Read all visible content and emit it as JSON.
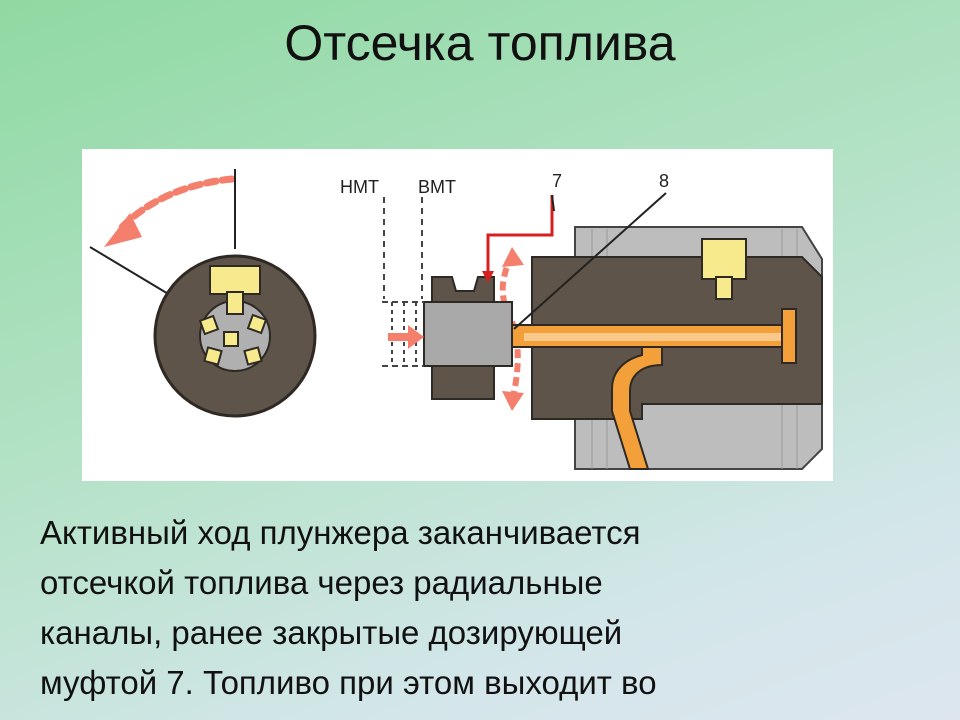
{
  "title": "Отсечка топлива",
  "diagram": {
    "label_nmt": "НМТ",
    "label_vmt": "ВМТ",
    "label_7": "7",
    "label_8": "8",
    "colors": {
      "body_dark": "#5e5449",
      "body_gray": "#bdbdbd",
      "plunger_gray": "#a9a9a9",
      "fuel_orange": "#f4a03a",
      "seal_yellow": "#f7ea8c",
      "arrow_red": "#f37f6c",
      "pointer_red": "#d62020"
    }
  },
  "body_lines": [
    "Активный ход плунжера заканчивается",
    "отсечкой топлива через радиальные",
    "каналы, ранее закрытые дозирующей",
    "муфтой 7. Топливо при этом выходит во"
  ]
}
